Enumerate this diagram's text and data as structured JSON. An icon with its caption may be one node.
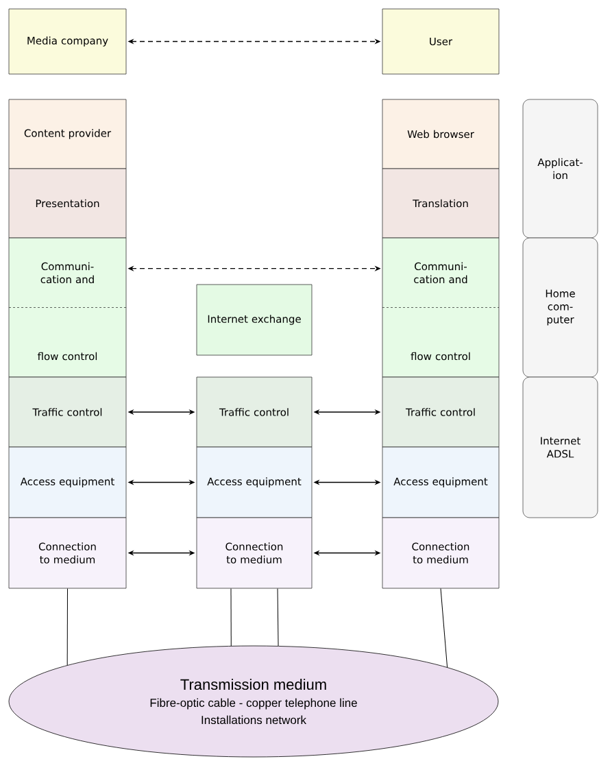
{
  "diagram": {
    "nodes": [
      {
        "text": [
          "Media company"
        ]
      },
      {
        "text": [
          "User"
        ]
      },
      {
        "text": [
          "Content provider"
        ]
      },
      {
        "text": [
          "Web browser"
        ]
      },
      {
        "text": [
          "Applicat- ion"
        ]
      },
      {
        "text": [
          "Presentation"
        ]
      },
      {
        "text": [
          "Translation"
        ]
      },
      {
        "text": [
          "Communi- cation and",
          "flow control"
        ]
      },
      {
        "text": [
          "Communi- cation and",
          "flow control"
        ]
      },
      {
        "text": [
          "Home com- puter"
        ]
      },
      {
        "text": [
          "Internet exchange"
        ]
      },
      {
        "text": [
          "Traffic control"
        ]
      },
      {
        "text": [
          "Traffic control"
        ]
      },
      {
        "text": [
          "Traffic control"
        ]
      },
      {
        "text": [
          "Internet ADSL"
        ]
      },
      {
        "text": [
          "Access equipment"
        ]
      },
      {
        "text": [
          "Access equipment"
        ]
      },
      {
        "text": [
          "Access equipment"
        ]
      },
      {
        "text": [
          "Connection to medium"
        ]
      },
      {
        "text": [
          "Connection to medium"
        ]
      },
      {
        "text": [
          "Connection to medium"
        ]
      },
      {
        "text": [
          "Transmission medium",
          "Fibre-optic cable - copper telephone line",
          "Installations network"
        ]
      }
    ],
    "edges": [
      {
        "from": 0,
        "to": 1,
        "arrow": "both",
        "style": "dashed"
      },
      {
        "from": 7,
        "to": 8,
        "arrow": "both",
        "style": "dashed"
      },
      {
        "from": 11,
        "to": 12,
        "arrow": "both"
      },
      {
        "from": 12,
        "to": 13,
        "arrow": "both"
      },
      {
        "from": 15,
        "to": 16,
        "arrow": "both"
      },
      {
        "from": 16,
        "to": 17,
        "arrow": "both"
      },
      {
        "from": 18,
        "to": 19,
        "arrow": "both"
      },
      {
        "from": 19,
        "to": 20,
        "arrow": "both"
      },
      {
        "from": 18,
        "to": 21,
        "arrow": "none"
      },
      {
        "from": 19,
        "to": 21,
        "arrow": "none"
      },
      {
        "from": 19,
        "to": 21,
        "arrow": "none"
      },
      {
        "from": 20,
        "to": 21,
        "arrow": "none"
      }
    ]
  }
}
